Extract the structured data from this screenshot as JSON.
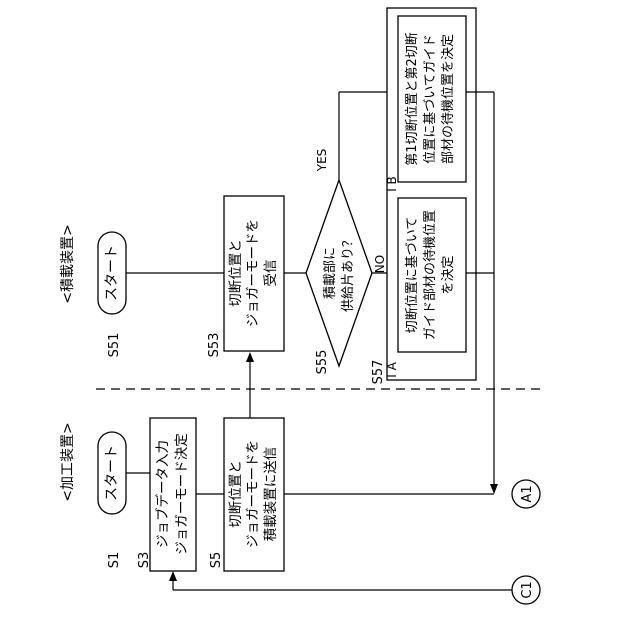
{
  "headers": {
    "processing": "<加工装置>",
    "stacking": "<積載装置>"
  },
  "steps": {
    "s1_label": "S1",
    "s1_text": "スタート",
    "s3_label": "S3",
    "s3_line1": "ジョブデータ入力",
    "s3_line2": "ジョガーモード決定",
    "s5_label": "S5",
    "s5_line1": "切断位置と",
    "s5_line2": "ジョガーモードを",
    "s5_line3": "積載装置に送信",
    "s51_label": "S51",
    "s51_text": "スタート",
    "s53_label": "S53",
    "s53_line1": "切断位置と",
    "s53_line2": "ジョガーモードを",
    "s53_line3": "受信",
    "s55_label": "S55",
    "s55_line1": "積載部に",
    "s55_line2": "供給片あり？",
    "yes": "YES",
    "no": "NO",
    "s57_label": "S57",
    "ia_label": "I A",
    "ia_line1": "切断位置に基づいて",
    "ia_line2": "ガイド部材の待機位置",
    "ia_line3": "を決定",
    "ib_label": "I B",
    "ib_line1": "第1切断位置と第2切断",
    "ib_line2": "位置に基づいてガイド",
    "ib_line3": "部材の待機位置を決定"
  },
  "connectors": {
    "a1": "A1",
    "c1": "C1"
  }
}
